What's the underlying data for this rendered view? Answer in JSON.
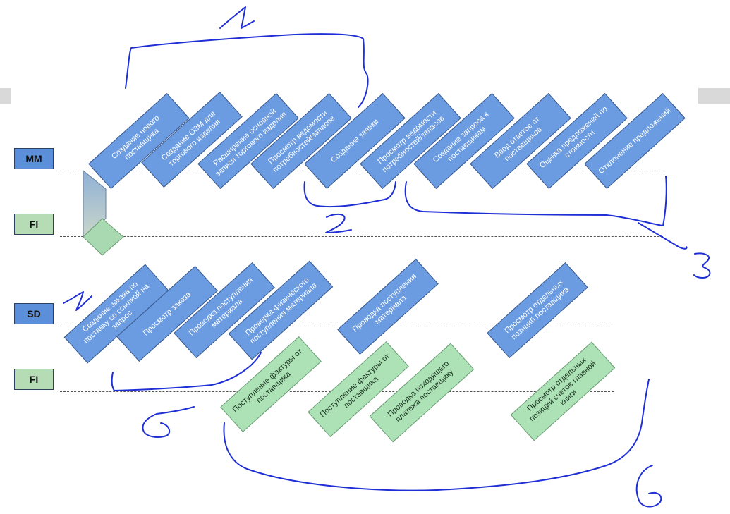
{
  "lanes": {
    "mm": "MM",
    "fi_top": "FI",
    "sd": "SD",
    "fi_bottom": "FI"
  },
  "steps_mm": [
    "Создание нового поставщика",
    "Создание ОЗМ для торгового изделия",
    "Расширение основной записи торгового изделия",
    "Просмотр ведомости потребностей/запасов",
    "Создание заявки",
    "Просмотр ведомости потребностей/запасов",
    "Создание запроса к поставщикам",
    "Ввод ответов от поставщиков",
    "Оценка предложений по стоимости",
    "Отклонение предложений"
  ],
  "steps_sd": [
    "Создание заказа по поставку со ссылкой на запрос",
    "Просмотр заказа",
    "Проводка поступления материала",
    "Проверка физического поступления материала",
    "Проводка поступления материала",
    "Просмотр отдельных позиций поставщика"
  ],
  "steps_fi": [
    "Поступление фактуры от поставщика",
    "Поступление фактуры от поставщика",
    "Проводка исходящего платежа поставщику",
    "Просмотр отдельных позиций счетов главной книги"
  ],
  "annotations": [
    "1",
    "2",
    "3",
    "1",
    "5",
    "6"
  ],
  "colors": {
    "step_blue": "#6b9be0",
    "step_green": "#ace2b5",
    "label_blue": "#5b8fd9",
    "label_green": "#b5dcb5",
    "ink": "#1f2fd6"
  }
}
